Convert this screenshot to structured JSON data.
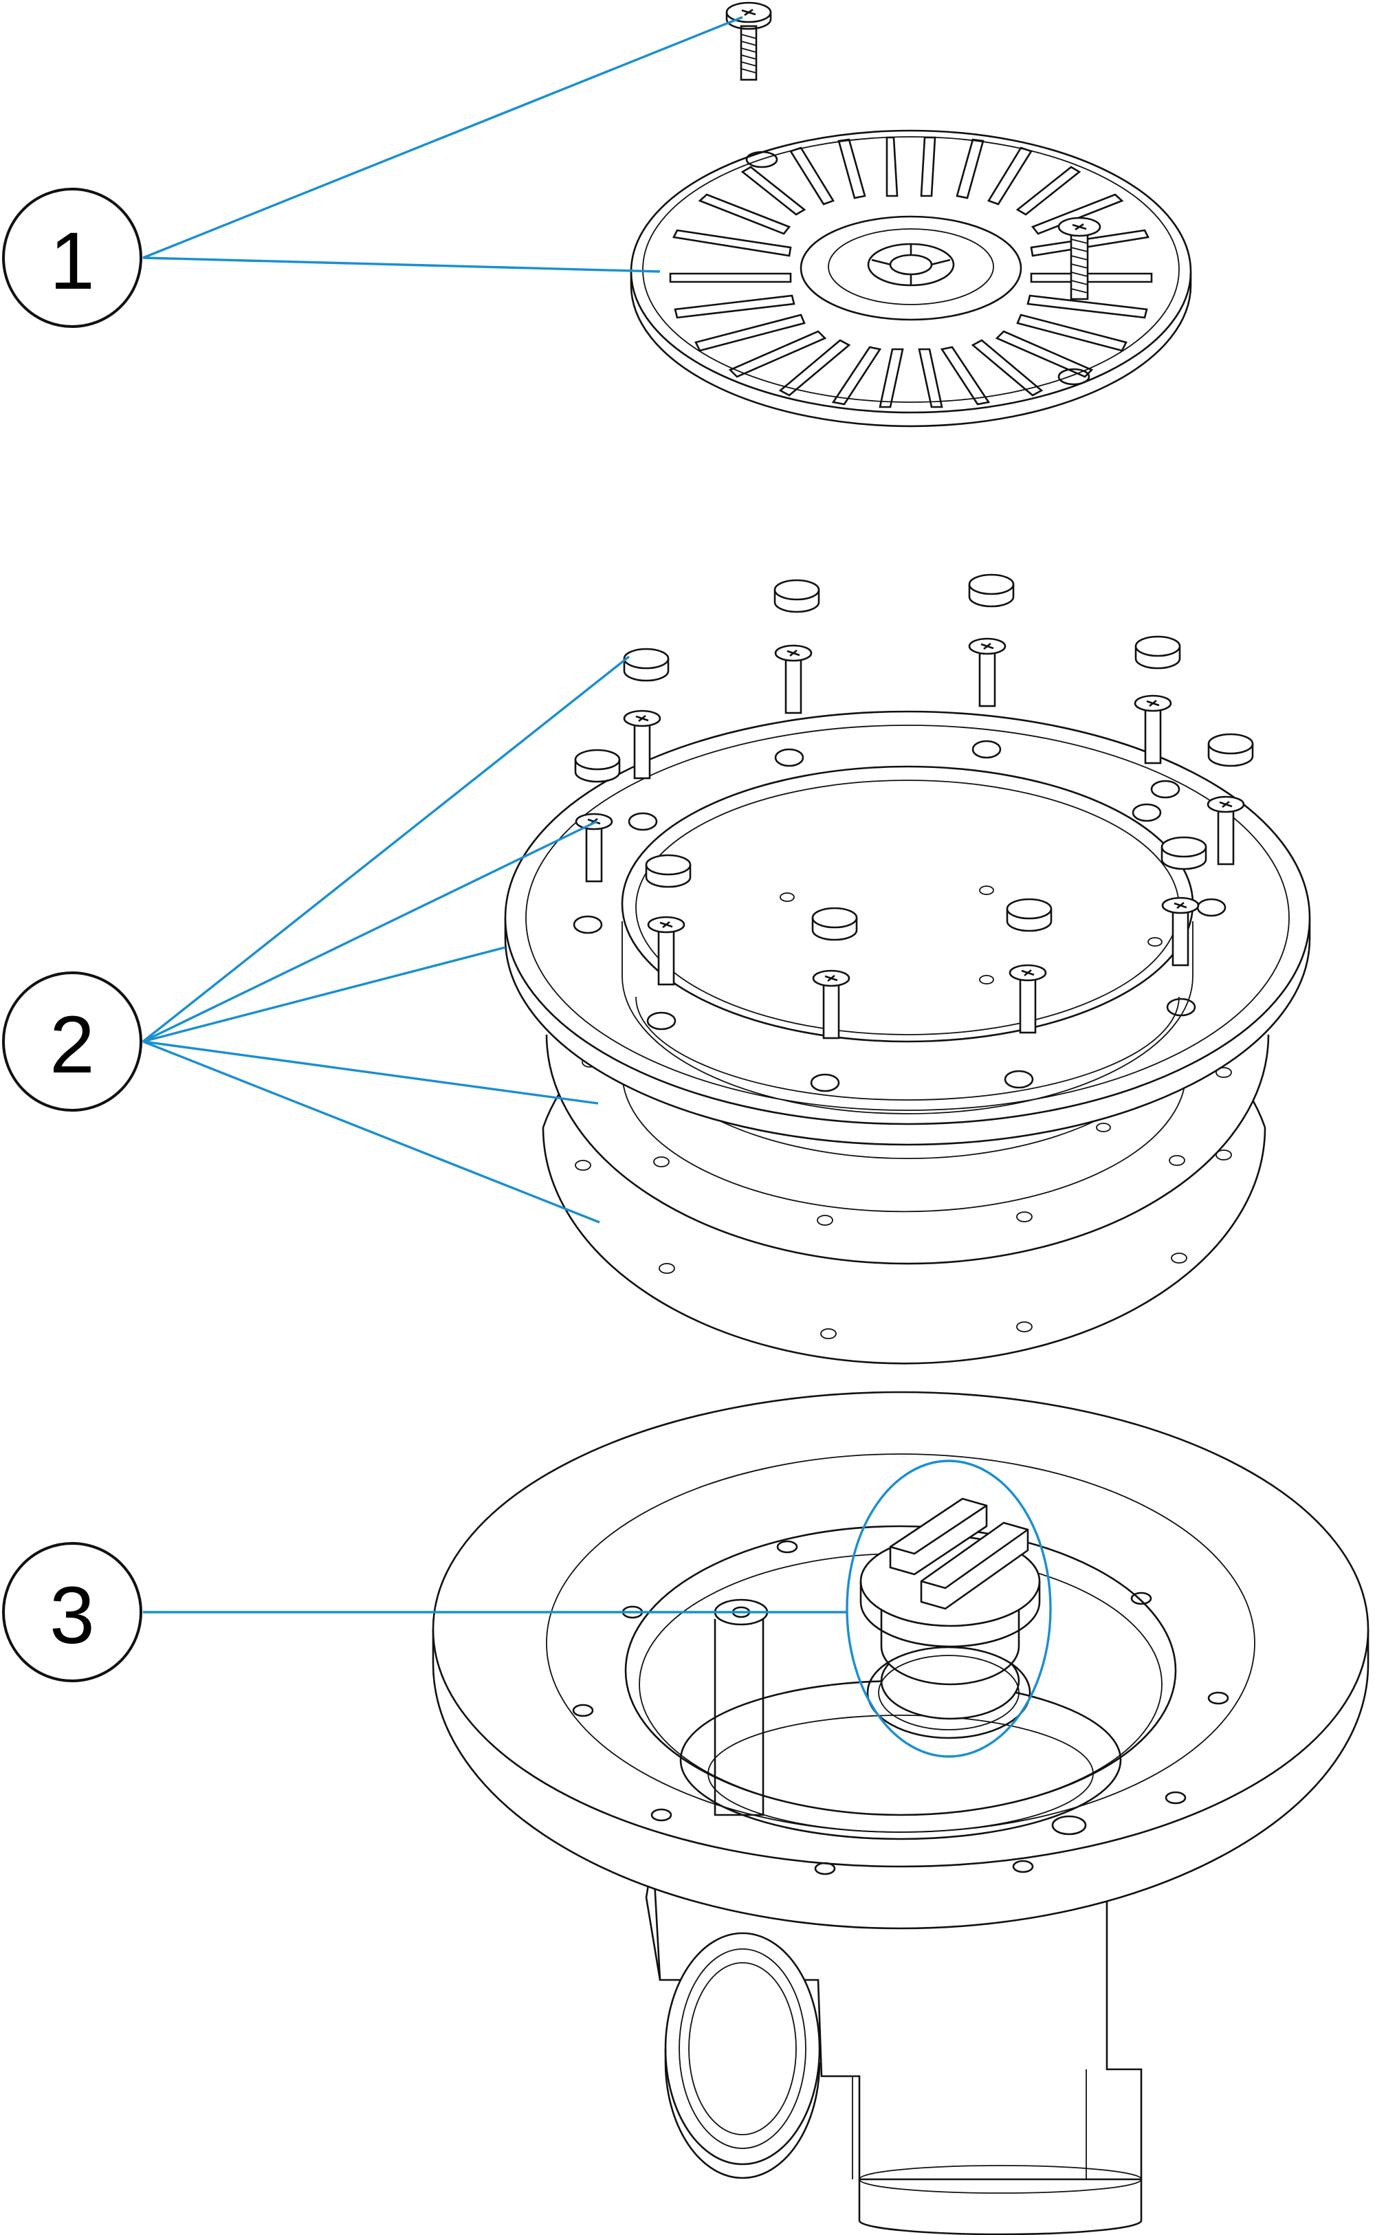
{
  "diagram": {
    "callouts": [
      {
        "id": "1",
        "label": "1"
      },
      {
        "id": "2",
        "label": "2"
      },
      {
        "id": "3",
        "label": "3"
      }
    ],
    "colors": {
      "leader_line": "#1a8fd0",
      "outline": "#111111",
      "background": "#ffffff"
    },
    "parts": [
      {
        "callout": "1",
        "icon": "grate-cover-with-screws"
      },
      {
        "callout": "2",
        "icon": "flange-ring-gaskets-screws-caps"
      },
      {
        "callout": "3",
        "icon": "drain-body-with-plug"
      }
    ]
  }
}
